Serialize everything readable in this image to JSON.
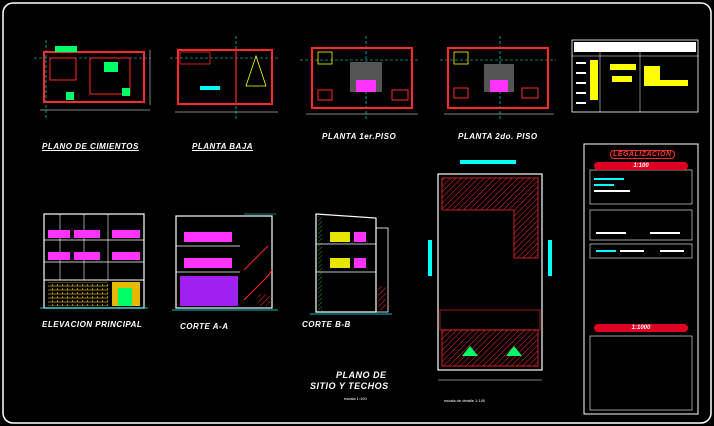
{
  "sheet": {
    "titles": {
      "plano_cimientos": "PLANO DE CIMIENTOS",
      "planta_baja": "PLANTA BAJA",
      "planta_1": "PLANTA 1er.PISO",
      "planta_2": "PLANTA 2do. PISO",
      "elevacion": "ELEVACION PRINCIPAL",
      "corte_aa": "CORTE A-A",
      "corte_bb": "CORTE B-B",
      "sitio_line1": "PLANO DE",
      "sitio_line2": "SITIO Y TECHOS",
      "sitio_scale": "escala 1:100",
      "sitio_note": "escala de detalle 1:100"
    },
    "title_block": {
      "legalizacion": "LEGALIZACION",
      "escala": "1:100",
      "sello": "1:1000"
    }
  },
  "colors": {
    "background": "#000000",
    "wall": "#ff2a2a",
    "axis": "#00ffff",
    "accent_magenta": "#ff33ff",
    "accent_yellow": "#ffff00",
    "frame": "#ffffff",
    "hatch": "#ff2a2a",
    "badge": "#e00020"
  }
}
